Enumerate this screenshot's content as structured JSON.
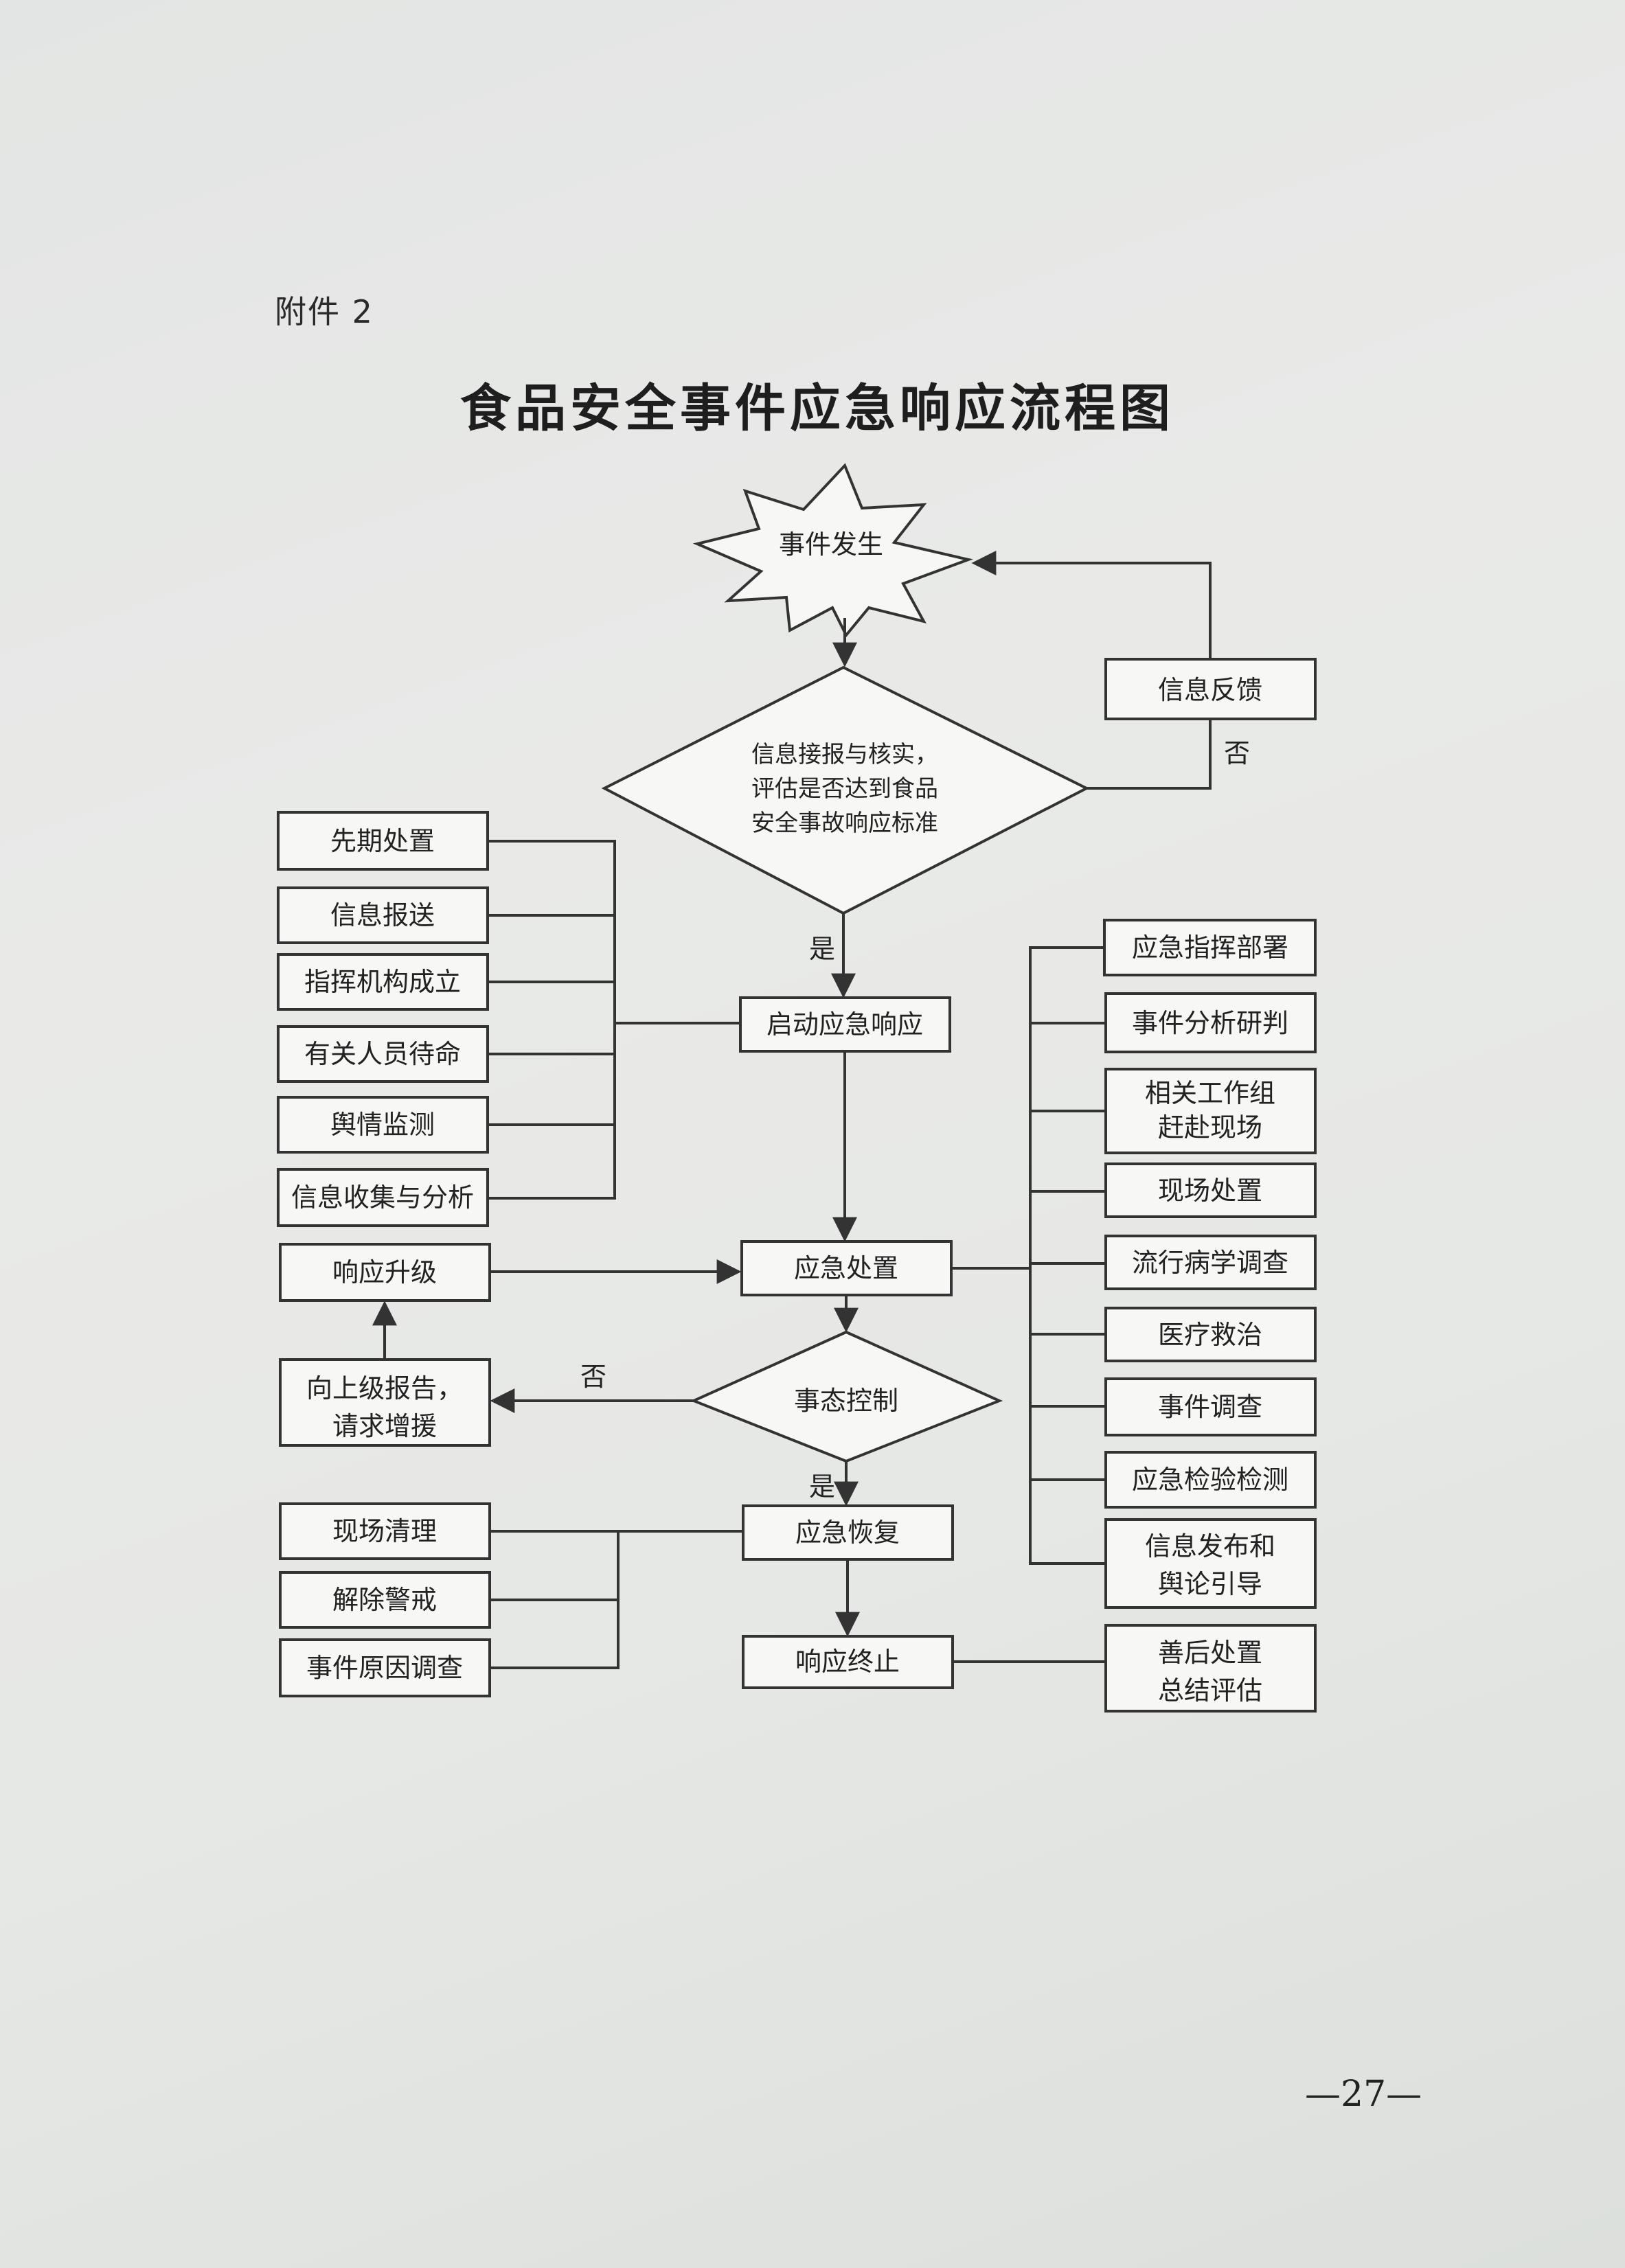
{
  "attachment_label": "附件 2",
  "title": "食品安全事件应急响应流程图",
  "page_number": "—27—",
  "flow": {
    "start": "事件发生",
    "assess": [
      "信息接报与核实，",
      "评估是否达到食品",
      "安全事故响应标准"
    ],
    "feedback": "信息反馈",
    "no_label": "否",
    "yes_label": "是",
    "start_response": "启动应急响应",
    "left_actions": [
      "先期处置",
      "信息报送",
      "指挥机构成立",
      "有关人员待命",
      "舆情监测",
      "信息收集与分析"
    ],
    "emergency_handling": "应急处置",
    "escalate": "响应升级",
    "report_up": [
      "向上级报告，",
      "请求增援"
    ],
    "control": "事态控制",
    "right_actions": [
      [
        "应急指挥部署"
      ],
      [
        "事件分析研判"
      ],
      [
        "相关工作组",
        "赶赴现场"
      ],
      [
        "现场处置"
      ],
      [
        "流行病学调查"
      ],
      [
        "医疗救治"
      ],
      [
        "事件调查"
      ],
      [
        "应急检验检测"
      ],
      [
        "信息发布和",
        "舆论引导"
      ]
    ],
    "recovery": "应急恢复",
    "recovery_actions": [
      "现场清理",
      "解除警戒",
      "事件原因调查"
    ],
    "terminate": "响应终止",
    "aftermath": [
      "善后处置",
      "总结评估"
    ]
  }
}
